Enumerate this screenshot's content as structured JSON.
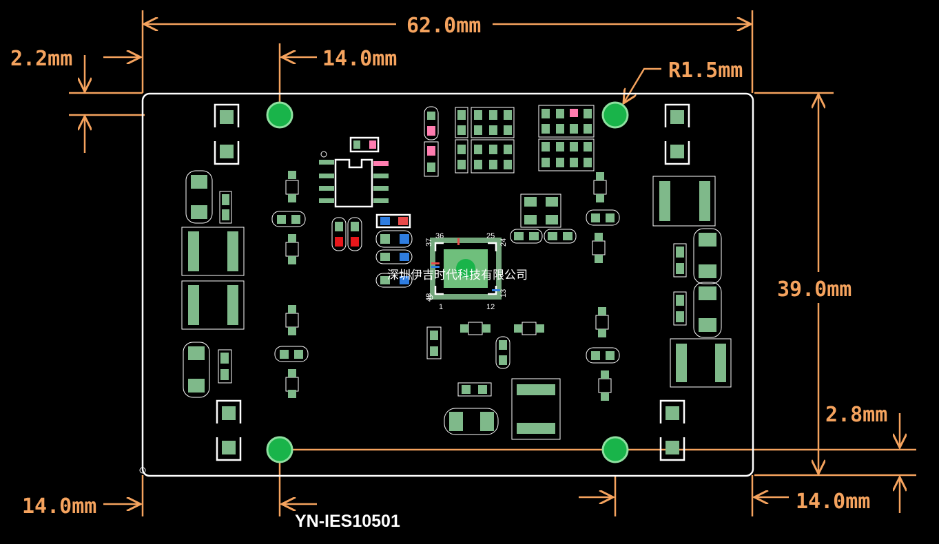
{
  "dimensions": {
    "width_total": "62.0mm",
    "height_total": "39.0mm",
    "top_margin": "2.2mm",
    "bottom_margin": "2.8mm",
    "hole_offset_top": "14.0mm",
    "hole_offset_bottom_left": "14.0mm",
    "hole_offset_bottom_right": "14.0mm",
    "corner_radius": "R1.5mm"
  },
  "board": {
    "company": "深圳伊吉时代科技有限公司",
    "model": "YN-IES10501"
  },
  "ic": {
    "pin_37": "37",
    "pin_36": "36",
    "pin_25": "25",
    "pin_24": "24",
    "pin_13": "13",
    "pin_12": "12",
    "pin_1": "1",
    "pin_48": "48"
  },
  "colors": {
    "dimension": "#f5a35e",
    "pad": "#7fb98a",
    "hole": "#19b44a",
    "outline": "#ffffff"
  }
}
